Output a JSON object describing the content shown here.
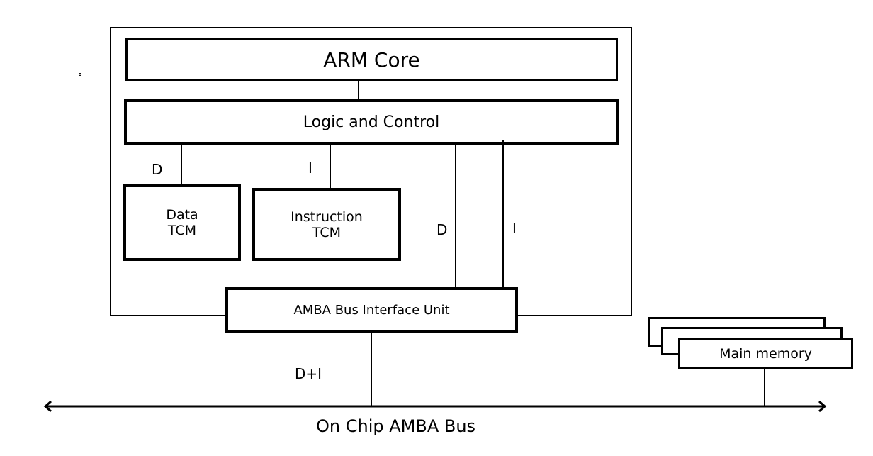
{
  "diagram": {
    "blocks": {
      "arm_core": "ARM Core",
      "logic_control": "Logic and Control",
      "data_tcm": [
        "Data",
        "TCM"
      ],
      "instruction_tcm": [
        "Instruction",
        "TCM"
      ],
      "amba_biu": "AMBA Bus Interface Unit",
      "main_memory": "Main memory"
    },
    "edge_labels": {
      "data_tcm_link": "D",
      "instr_tcm_link": "I",
      "biu_data_link": "D",
      "biu_instr_link": "I",
      "biu_bus_link": "D+I"
    },
    "bus": {
      "label": "On Chip AMBA Bus"
    }
  }
}
